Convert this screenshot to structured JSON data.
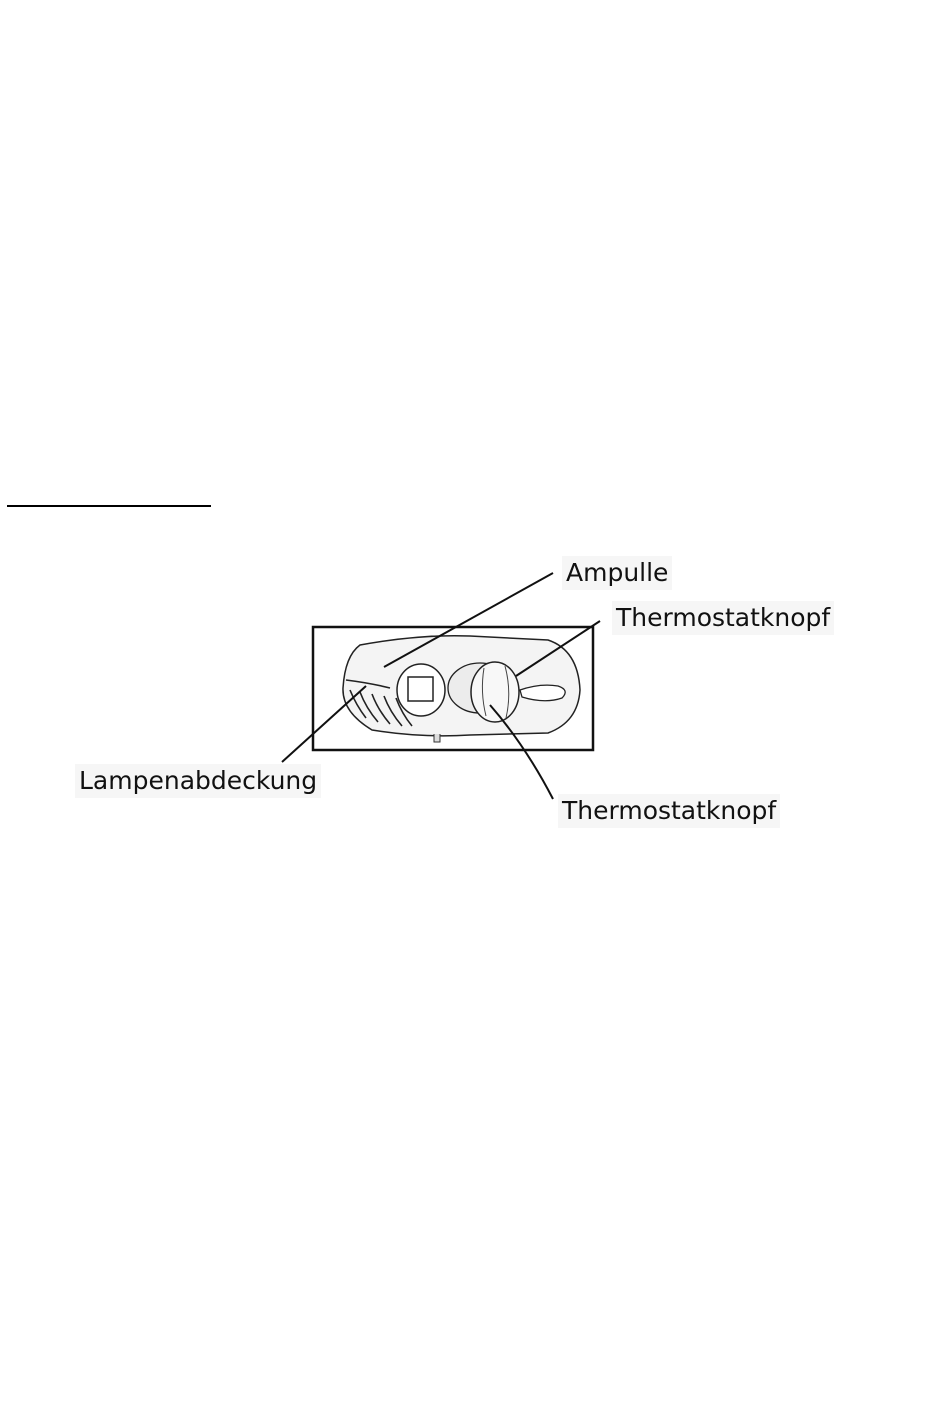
{
  "diagram": {
    "labels": {
      "ampulle": "Ampulle",
      "thermostat_top": "Thermostatknopf",
      "lampenabdeckung": "Lampenabdeckung",
      "thermostat_bottom": "Thermostatknopf"
    },
    "colors": {
      "line": "#111111",
      "label_background": "#f6f6f6",
      "housing_fill": "#f4f4f4"
    }
  }
}
